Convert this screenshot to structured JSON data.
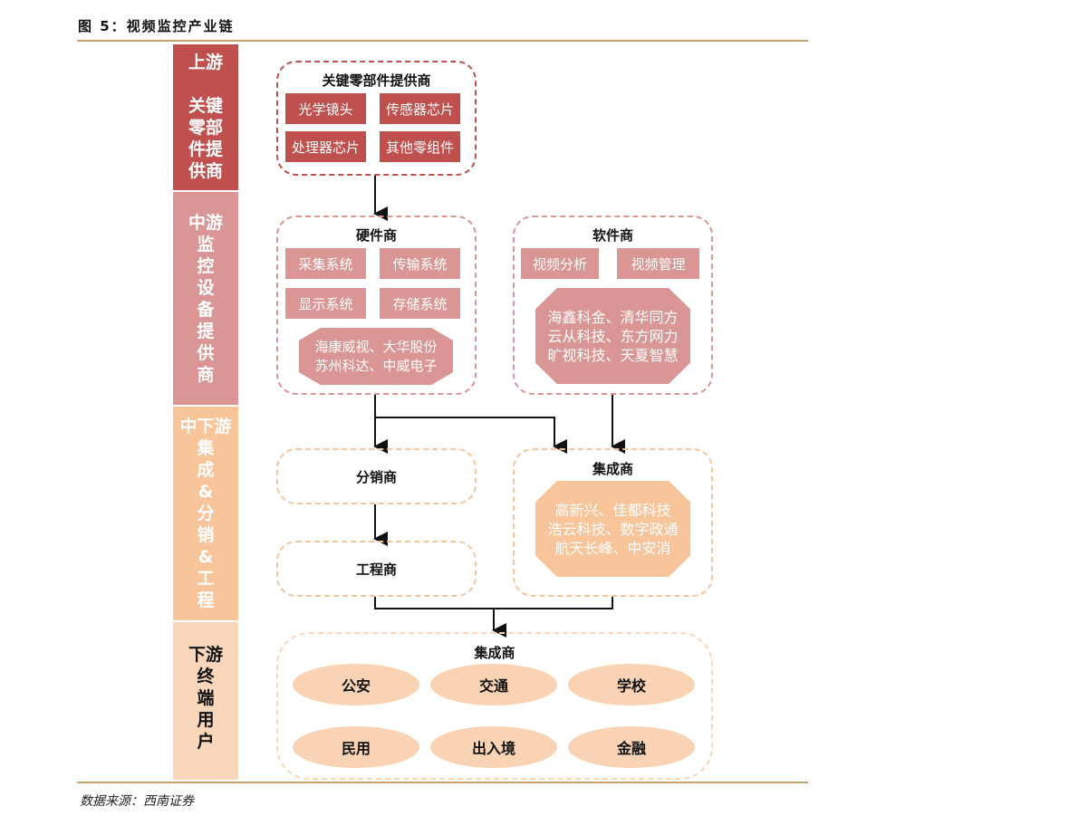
{
  "figure_title": "图 5：视频监控产业链",
  "source": "数据来源：西南证券",
  "colors": {
    "upstream": "#C0504D",
    "midstream": "#D99694",
    "mid_downstream": "#F8C49A",
    "downstream": "#FAD7BA",
    "rule": "#C9A36B"
  },
  "stages": [
    {
      "lines": [
        "上游",
        "",
        "关键",
        "零部",
        "件提",
        "供商"
      ]
    },
    {
      "lines": [
        "中游",
        "监",
        "控",
        "设",
        "备",
        "提",
        "供",
        "商"
      ]
    },
    {
      "lines": [
        "中下游",
        "集",
        "成",
        "&",
        "分",
        "销",
        "&",
        "工",
        "程"
      ]
    },
    {
      "lines": [
        "下游",
        "终",
        "端",
        "用",
        "户"
      ]
    }
  ],
  "key_parts": {
    "title": "关键零部件提供商",
    "items": [
      "光学镜头",
      "传感器芯片",
      "处理器芯片",
      "其他零组件"
    ]
  },
  "hardware": {
    "title": "硬件商",
    "items": [
      "采集系统",
      "传输系统",
      "显示系统",
      "存储系统"
    ],
    "companies": [
      "海康威视、大华股份",
      "苏州科达、中威电子"
    ]
  },
  "software": {
    "title": "软件商",
    "items": [
      "视频分析",
      "视频管理"
    ],
    "companies": [
      "海鑫科金、清华同方",
      "云从科技、东方网力",
      "旷视科技、天夏智慧"
    ]
  },
  "distributor": {
    "title": "分销商"
  },
  "engineering": {
    "title": "工程商"
  },
  "integrator": {
    "title": "集成商",
    "companies": [
      "高新兴、佳都科技",
      "浩云科技、数字政通",
      "航天长峰、中安消"
    ]
  },
  "end_users": {
    "title": "集成商",
    "items": [
      "公安",
      "交通",
      "学校",
      "民用",
      "出入境",
      "金融"
    ]
  }
}
